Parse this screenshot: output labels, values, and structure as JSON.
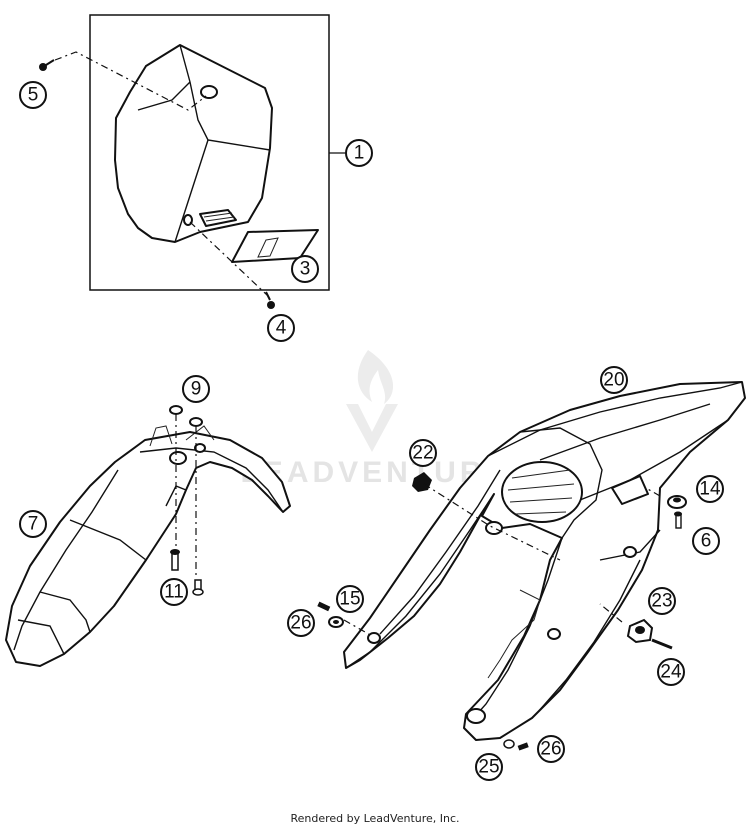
{
  "watermark": {
    "text": "LEADVENTURE",
    "color": "#e4e4e4"
  },
  "footer": {
    "text": "Rendered by LeadVenture, Inc."
  },
  "callouts": [
    {
      "id": "1",
      "label": "1"
    },
    {
      "id": "3",
      "label": "3"
    },
    {
      "id": "4",
      "label": "4"
    },
    {
      "id": "5",
      "label": "5"
    },
    {
      "id": "6",
      "label": "6"
    },
    {
      "id": "7",
      "label": "7"
    },
    {
      "id": "9",
      "label": "9"
    },
    {
      "id": "11",
      "label": "11"
    },
    {
      "id": "14",
      "label": "14"
    },
    {
      "id": "15",
      "label": "15"
    },
    {
      "id": "20",
      "label": "20"
    },
    {
      "id": "22",
      "label": "22"
    },
    {
      "id": "23",
      "label": "23"
    },
    {
      "id": "24",
      "label": "24"
    },
    {
      "id": "25",
      "label": "25"
    },
    {
      "id": "26a",
      "label": "26"
    },
    {
      "id": "26b",
      "label": "26"
    }
  ]
}
